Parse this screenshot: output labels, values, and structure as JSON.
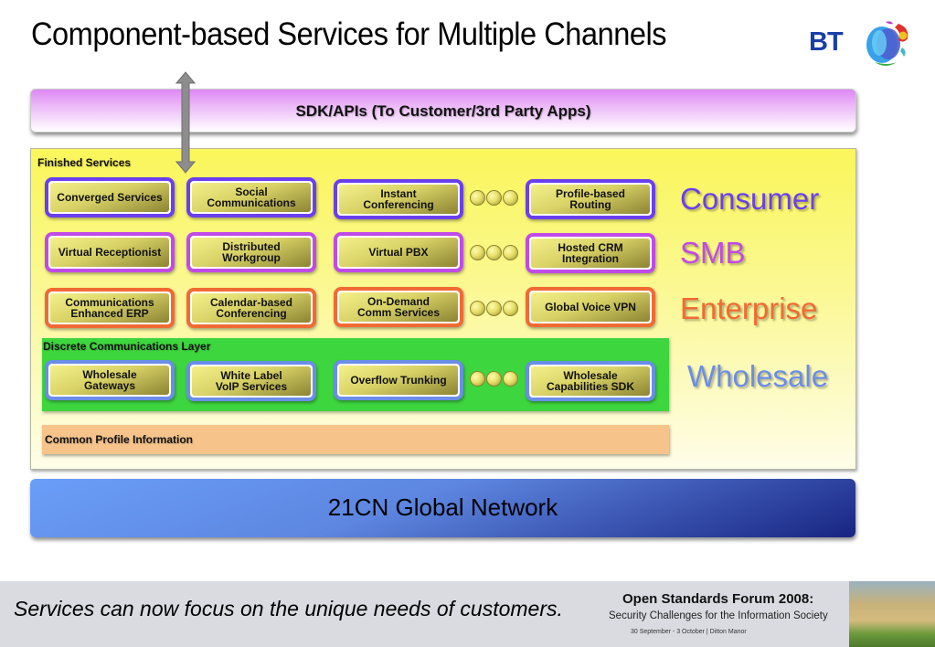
{
  "title": "Component-based Services for Multiple Channels",
  "logo": {
    "text": "BT",
    "icon": "bt-piper-logo-icon"
  },
  "sdk_bar": {
    "label": "SDK/APIs (To Customer/3rd Party Apps)"
  },
  "finished_services": {
    "label": "Finished Services",
    "rows": [
      {
        "segment": "Consumer",
        "color": "#6a3ff0",
        "items": [
          "Converged Services",
          "Social\nCommunications",
          "Instant\nConferencing",
          "Profile-based\nRouting"
        ]
      },
      {
        "segment": "SMB",
        "color": "#c04ae8",
        "items": [
          "Virtual Receptionist",
          "Distributed\nWorkgroup",
          "Virtual PBX",
          "Hosted CRM\nIntegration"
        ]
      },
      {
        "segment": "Enterprise",
        "color": "#f16a34",
        "items": [
          "Communications\nEnhanced ERP",
          "Calendar-based\nConferencing",
          "On-Demand\nComm Services",
          "Global Voice VPN"
        ]
      }
    ]
  },
  "discrete_layer": {
    "label": "Discrete Communications Layer",
    "segment": "Wholesale",
    "color": "#6a8de8",
    "items": [
      "Wholesale\nGateways",
      "White Label\nVoIP Services",
      "Overflow Trunking",
      "Wholesale\nCapabilities SDK"
    ]
  },
  "profile_layer": {
    "label": "Common Profile Information"
  },
  "network": {
    "label": "21CN Global Network"
  },
  "footer": {
    "tagline": "Services can now focus on the unique needs of customers.",
    "forum_title": "Open Standards Forum 2008:",
    "forum_subtitle": "Security Challenges for the Information Society",
    "forum_date": "30 September - 3 October | Ditton Manor"
  },
  "colors": {
    "consumer": "#6a3ff0",
    "smb": "#c04ae8",
    "enterprise": "#f16a34",
    "wholesale": "#6a8de8"
  }
}
